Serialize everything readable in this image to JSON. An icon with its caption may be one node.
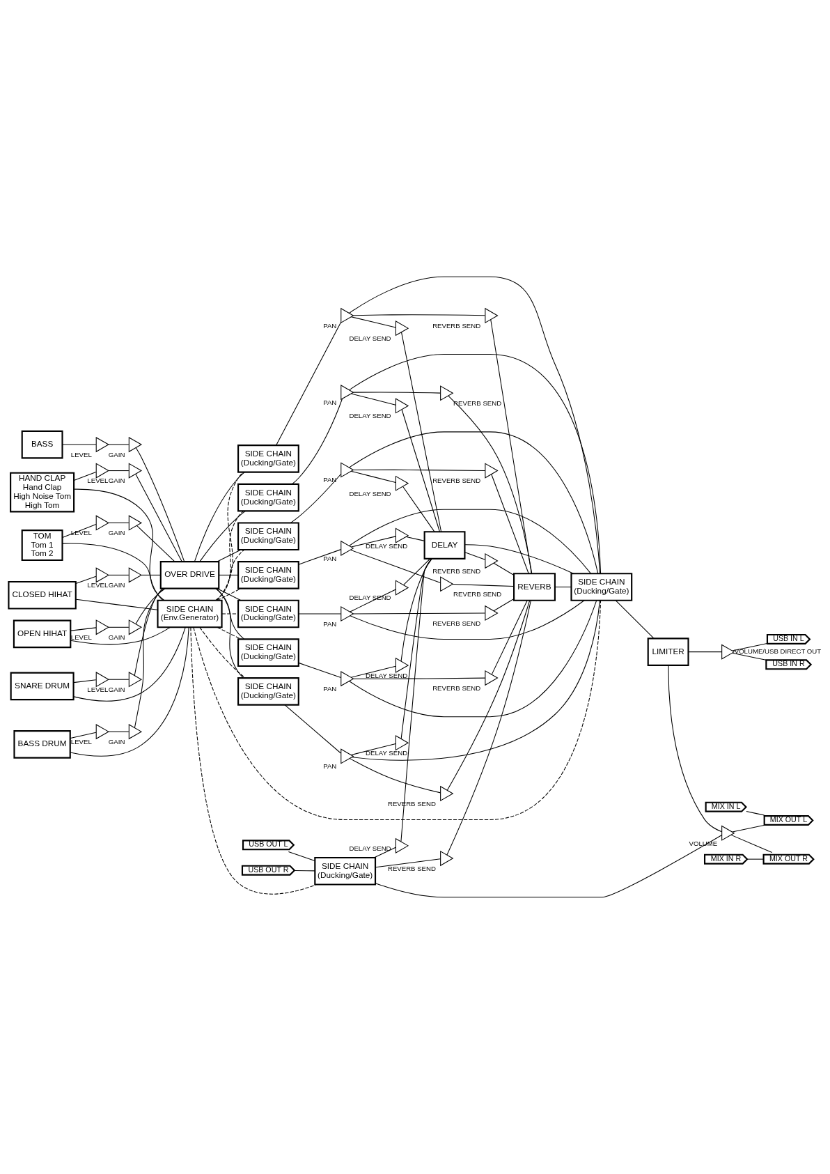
{
  "diagram": {
    "nodes": [
      {
        "text": [
          "BASS"
        ]
      },
      {
        "text": [
          "SIDE CHAIN",
          "(Env.Generator)"
        ]
      },
      {
        "text": [
          "HAND CLAP",
          "Hand Clap",
          "High Noise Tom",
          "High Tom"
        ]
      },
      {
        "text": [
          "TOM",
          "Tom 1",
          "Tom 2"
        ]
      },
      {
        "text": [
          "CLOSED HIHAT"
        ]
      },
      {
        "text": [
          "OPEN HIHAT"
        ]
      },
      {
        "text": [
          "SNARE DRUM"
        ]
      },
      {
        "text": [
          "BASS DRUM"
        ]
      },
      {
        "text": [
          "USB OUT L"
        ]
      },
      {
        "text": [
          "USB OUT R"
        ]
      },
      {
        "text": [],
        "shape": "triangle",
        "beside": [
          "LEVEL"
        ]
      },
      {
        "text": [],
        "shape": "triangle",
        "beside": [
          "GAIN"
        ]
      },
      {
        "text": [],
        "shape": "triangle",
        "beside": [
          "LEVEL"
        ]
      },
      {
        "text": [],
        "shape": "triangle",
        "beside": [
          "GAIN"
        ]
      },
      {
        "text": [],
        "shape": "triangle",
        "beside": [
          "LEVEL"
        ]
      },
      {
        "text": [],
        "shape": "triangle",
        "beside": [
          "GAIN"
        ]
      },
      {
        "text": [],
        "shape": "triangle",
        "beside": [
          "LEVEL"
        ]
      },
      {
        "text": [],
        "shape": "triangle",
        "beside": [
          "GAIN"
        ]
      },
      {
        "text": [],
        "shape": "triangle",
        "beside": [
          "LEVEL"
        ]
      },
      {
        "text": [],
        "shape": "triangle",
        "beside": [
          "GAIN"
        ]
      },
      {
        "text": [],
        "shape": "triangle",
        "beside": [
          "LEVEL"
        ]
      },
      {
        "text": [],
        "shape": "triangle",
        "beside": [
          "GAIN"
        ]
      },
      {
        "text": [],
        "shape": "triangle",
        "beside": [
          "LEVEL"
        ]
      },
      {
        "text": [],
        "shape": "triangle",
        "beside": [
          "GAIN"
        ]
      },
      {
        "text": [
          "OVER DRIVE"
        ]
      },
      {
        "text": [
          "SIDE CHAIN",
          "(Ducking/Gate)"
        ]
      },
      {
        "text": [
          "SIDE CHAIN",
          "(Ducking/Gate)"
        ]
      },
      {
        "text": [
          "SIDE CHAIN",
          "(Ducking/Gate)"
        ]
      },
      {
        "text": [
          "SIDE CHAIN",
          "(Ducking/Gate)"
        ]
      },
      {
        "text": [
          "SIDE CHAIN",
          "(Ducking/Gate)"
        ]
      },
      {
        "text": [
          "SIDE CHAIN",
          "(Ducking/Gate)"
        ]
      },
      {
        "text": [
          "SIDE CHAIN",
          "(Ducking/Gate)"
        ]
      },
      {
        "text": [
          "SIDE CHAIN",
          "(Ducking/Gate)"
        ]
      },
      {
        "text": [],
        "shape": "triangle",
        "beside": [
          "PAN"
        ]
      },
      {
        "text": [],
        "shape": "triangle",
        "beside": [
          "PAN"
        ]
      },
      {
        "text": [],
        "shape": "triangle",
        "beside": [
          "PAN"
        ]
      },
      {
        "text": [],
        "shape": "triangle",
        "beside": [
          "PAN"
        ]
      },
      {
        "text": [],
        "shape": "triangle",
        "beside": [
          "PAN"
        ]
      },
      {
        "text": [],
        "shape": "triangle",
        "beside": [
          "PAN"
        ]
      },
      {
        "text": [],
        "shape": "triangle",
        "beside": [
          "PAN"
        ]
      },
      {
        "text": [],
        "shape": "triangle",
        "beside": [
          "DELAY SEND"
        ]
      },
      {
        "text": [],
        "shape": "triangle",
        "beside": [
          "DELAY SEND"
        ]
      },
      {
        "text": [],
        "shape": "triangle",
        "beside": [
          "DELAY SEND"
        ]
      },
      {
        "text": [],
        "shape": "triangle",
        "beside": [
          "DELAY SEND"
        ]
      },
      {
        "text": [],
        "shape": "triangle",
        "beside": [
          "DELAY SEND"
        ]
      },
      {
        "text": [],
        "shape": "triangle",
        "beside": [
          "DELAY SEND"
        ]
      },
      {
        "text": [],
        "shape": "triangle",
        "beside": [
          "DELAY SEND"
        ]
      },
      {
        "text": [],
        "shape": "triangle",
        "beside": [
          "DELAY SEND"
        ]
      },
      {
        "text": [],
        "shape": "triangle",
        "beside": [
          "REVERB SEND"
        ]
      },
      {
        "text": [],
        "shape": "triangle",
        "beside": [
          "REVERB SEND"
        ]
      },
      {
        "text": [],
        "shape": "triangle",
        "beside": [
          "REVERB SEND"
        ]
      },
      {
        "text": [],
        "shape": "triangle",
        "beside": [
          "REVERB SEND"
        ]
      },
      {
        "text": [],
        "shape": "triangle",
        "beside": [
          "REVERB SEND"
        ]
      },
      {
        "text": [],
        "shape": "triangle",
        "beside": [
          "REVERB SEND"
        ]
      },
      {
        "text": [],
        "shape": "triangle",
        "beside": [
          "REVERB SEND"
        ]
      },
      {
        "text": [],
        "shape": "triangle",
        "beside": [
          "REVERB SEND"
        ]
      },
      {
        "text": [],
        "shape": "triangle",
        "beside": [
          "REVERB SEND"
        ]
      },
      {
        "text": [
          "REVERB"
        ]
      },
      {
        "text": [
          "DELAY"
        ]
      },
      {
        "text": [
          "SIDE CHAIN",
          "(Ducking/Gate)"
        ]
      },
      {
        "text": [
          "LIMITER"
        ]
      },
      {
        "text": [
          "MIX IN L"
        ]
      },
      {
        "text": [
          "MIX IN R"
        ]
      },
      {
        "text": [],
        "shape": "triangle",
        "beside": [
          "VOLUME"
        ]
      },
      {
        "text": [
          "MIX OUT L"
        ]
      },
      {
        "text": [
          "MIX OUT R"
        ]
      },
      {
        "text": [],
        "shape": "triangle",
        "beside": [
          "VOLUME/USB DIRECT OUT"
        ]
      },
      {
        "text": [
          "USB IN L"
        ]
      },
      {
        "text": [
          "USB IN R"
        ]
      }
    ],
    "edges": [
      {
        "from": 0,
        "to": 10,
        "arrow": "none"
      },
      {
        "from": 10,
        "to": 11,
        "arrow": "none"
      },
      {
        "from": 11,
        "to": 24,
        "arrow": "none"
      },
      {
        "from": 2,
        "to": 12,
        "arrow": "none"
      },
      {
        "from": 12,
        "to": 13,
        "arrow": "none"
      },
      {
        "from": 13,
        "to": 24,
        "arrow": "none"
      },
      {
        "from": 3,
        "to": 14,
        "arrow": "none"
      },
      {
        "from": 14,
        "to": 15,
        "arrow": "none"
      },
      {
        "from": 15,
        "to": 24,
        "arrow": "none"
      },
      {
        "from": 4,
        "to": 16,
        "arrow": "none"
      },
      {
        "from": 16,
        "to": 17,
        "arrow": "none"
      },
      {
        "from": 17,
        "to": 24,
        "arrow": "none"
      },
      {
        "from": 5,
        "to": 18,
        "arrow": "none"
      },
      {
        "from": 18,
        "to": 19,
        "arrow": "none"
      },
      {
        "from": 19,
        "to": 24,
        "arrow": "none"
      },
      {
        "from": 6,
        "to": 20,
        "arrow": "none"
      },
      {
        "from": 20,
        "to": 21,
        "arrow": "none"
      },
      {
        "from": 21,
        "to": 24,
        "arrow": "none"
      },
      {
        "from": 7,
        "to": 22,
        "arrow": "none"
      },
      {
        "from": 22,
        "to": 23,
        "arrow": "none"
      },
      {
        "from": 23,
        "to": 24,
        "arrow": "none"
      },
      {
        "from": 2,
        "to": 1,
        "arrow": "none"
      },
      {
        "from": 3,
        "to": 1,
        "arrow": "none"
      },
      {
        "from": 4,
        "to": 1,
        "arrow": "none"
      },
      {
        "from": 5,
        "to": 1,
        "arrow": "none"
      },
      {
        "from": 6,
        "to": 1,
        "arrow": "none"
      },
      {
        "from": 7,
        "to": 1,
        "arrow": "none"
      },
      {
        "from": 1,
        "to": 25,
        "arrow": "none",
        "style": "dashed"
      },
      {
        "from": 1,
        "to": 26,
        "arrow": "none",
        "style": "dashed"
      },
      {
        "from": 1,
        "to": 27,
        "arrow": "none",
        "style": "dashed"
      },
      {
        "from": 1,
        "to": 28,
        "arrow": "none",
        "style": "dashed"
      },
      {
        "from": 1,
        "to": 29,
        "arrow": "none",
        "style": "dashed"
      },
      {
        "from": 1,
        "to": 30,
        "arrow": "none",
        "style": "dashed"
      },
      {
        "from": 1,
        "to": 31,
        "arrow": "none",
        "style": "dashed"
      },
      {
        "from": 1,
        "to": 32,
        "arrow": "none",
        "style": "dashed"
      },
      {
        "from": 1,
        "to": 59,
        "arrow": "none",
        "style": "dashed"
      },
      {
        "from": 24,
        "to": 25,
        "arrow": "none"
      },
      {
        "from": 24,
        "to": 26,
        "arrow": "none"
      },
      {
        "from": 24,
        "to": 27,
        "arrow": "none"
      },
      {
        "from": 24,
        "to": 28,
        "arrow": "none"
      },
      {
        "from": 24,
        "to": 29,
        "arrow": "none"
      },
      {
        "from": 24,
        "to": 30,
        "arrow": "none"
      },
      {
        "from": 24,
        "to": 31,
        "arrow": "none"
      },
      {
        "from": 8,
        "to": 32,
        "arrow": "none"
      },
      {
        "from": 9,
        "to": 32,
        "arrow": "none"
      },
      {
        "from": 25,
        "to": 33,
        "arrow": "none"
      },
      {
        "from": 26,
        "to": 34,
        "arrow": "none"
      },
      {
        "from": 27,
        "to": 35,
        "arrow": "none"
      },
      {
        "from": 28,
        "to": 36,
        "arrow": "none"
      },
      {
        "from": 29,
        "to": 37,
        "arrow": "none"
      },
      {
        "from": 30,
        "to": 38,
        "arrow": "none"
      },
      {
        "from": 31,
        "to": 39,
        "arrow": "none"
      },
      {
        "from": 33,
        "to": 40,
        "arrow": "none"
      },
      {
        "from": 33,
        "to": 48,
        "arrow": "none"
      },
      {
        "from": 33,
        "to": 59,
        "arrow": "none"
      },
      {
        "from": 34,
        "to": 41,
        "arrow": "none"
      },
      {
        "from": 34,
        "to": 49,
        "arrow": "none"
      },
      {
        "from": 34,
        "to": 59,
        "arrow": "none"
      },
      {
        "from": 35,
        "to": 42,
        "arrow": "none"
      },
      {
        "from": 35,
        "to": 50,
        "arrow": "none"
      },
      {
        "from": 35,
        "to": 59,
        "arrow": "none"
      },
      {
        "from": 36,
        "to": 43,
        "arrow": "none"
      },
      {
        "from": 36,
        "to": 51,
        "arrow": "none"
      },
      {
        "from": 36,
        "to": 59,
        "arrow": "none"
      },
      {
        "from": 37,
        "to": 44,
        "arrow": "none"
      },
      {
        "from": 37,
        "to": 52,
        "arrow": "none"
      },
      {
        "from": 37,
        "to": 59,
        "arrow": "none"
      },
      {
        "from": 38,
        "to": 45,
        "arrow": "none"
      },
      {
        "from": 38,
        "to": 53,
        "arrow": "none"
      },
      {
        "from": 38,
        "to": 59,
        "arrow": "none"
      },
      {
        "from": 39,
        "to": 46,
        "arrow": "none"
      },
      {
        "from": 39,
        "to": 54,
        "arrow": "none"
      },
      {
        "from": 39,
        "to": 59,
        "arrow": "none"
      },
      {
        "from": 32,
        "to": 47,
        "arrow": "none"
      },
      {
        "from": 32,
        "to": 55,
        "arrow": "none"
      },
      {
        "from": 32,
        "to": 63,
        "arrow": "none"
      },
      {
        "from": 40,
        "to": 58,
        "arrow": "none"
      },
      {
        "from": 41,
        "to": 58,
        "arrow": "none"
      },
      {
        "from": 42,
        "to": 58,
        "arrow": "none"
      },
      {
        "from": 43,
        "to": 58,
        "arrow": "none"
      },
      {
        "from": 44,
        "to": 58,
        "arrow": "none"
      },
      {
        "from": 45,
        "to": 58,
        "arrow": "none"
      },
      {
        "from": 46,
        "to": 58,
        "arrow": "none"
      },
      {
        "from": 47,
        "to": 58,
        "arrow": "none"
      },
      {
        "from": 48,
        "to": 57,
        "arrow": "none"
      },
      {
        "from": 49,
        "to": 57,
        "arrow": "none"
      },
      {
        "from": 50,
        "to": 57,
        "arrow": "none"
      },
      {
        "from": 51,
        "to": 57,
        "arrow": "none"
      },
      {
        "from": 52,
        "to": 57,
        "arrow": "none"
      },
      {
        "from": 53,
        "to": 57,
        "arrow": "none"
      },
      {
        "from": 54,
        "to": 57,
        "arrow": "none"
      },
      {
        "from": 55,
        "to": 57,
        "arrow": "none"
      },
      {
        "from": 58,
        "to": 56,
        "arrow": "none"
      },
      {
        "from": 56,
        "to": 57,
        "arrow": "none"
      },
      {
        "from": 57,
        "to": 59,
        "arrow": "none"
      },
      {
        "from": 58,
        "to": 59,
        "arrow": "none"
      },
      {
        "from": 59,
        "to": 60,
        "arrow": "none"
      },
      {
        "from": 60,
        "to": 63,
        "arrow": "none"
      },
      {
        "from": 60,
        "to": 66,
        "arrow": "none"
      },
      {
        "from": 63,
        "to": 64,
        "arrow": "none"
      },
      {
        "from": 63,
        "to": 65,
        "arrow": "none"
      },
      {
        "from": 61,
        "to": 64,
        "arrow": "none"
      },
      {
        "from": 62,
        "to": 65,
        "arrow": "none"
      },
      {
        "from": 66,
        "to": 67,
        "arrow": "none"
      },
      {
        "from": 66,
        "to": 68,
        "arrow": "none"
      }
    ]
  }
}
